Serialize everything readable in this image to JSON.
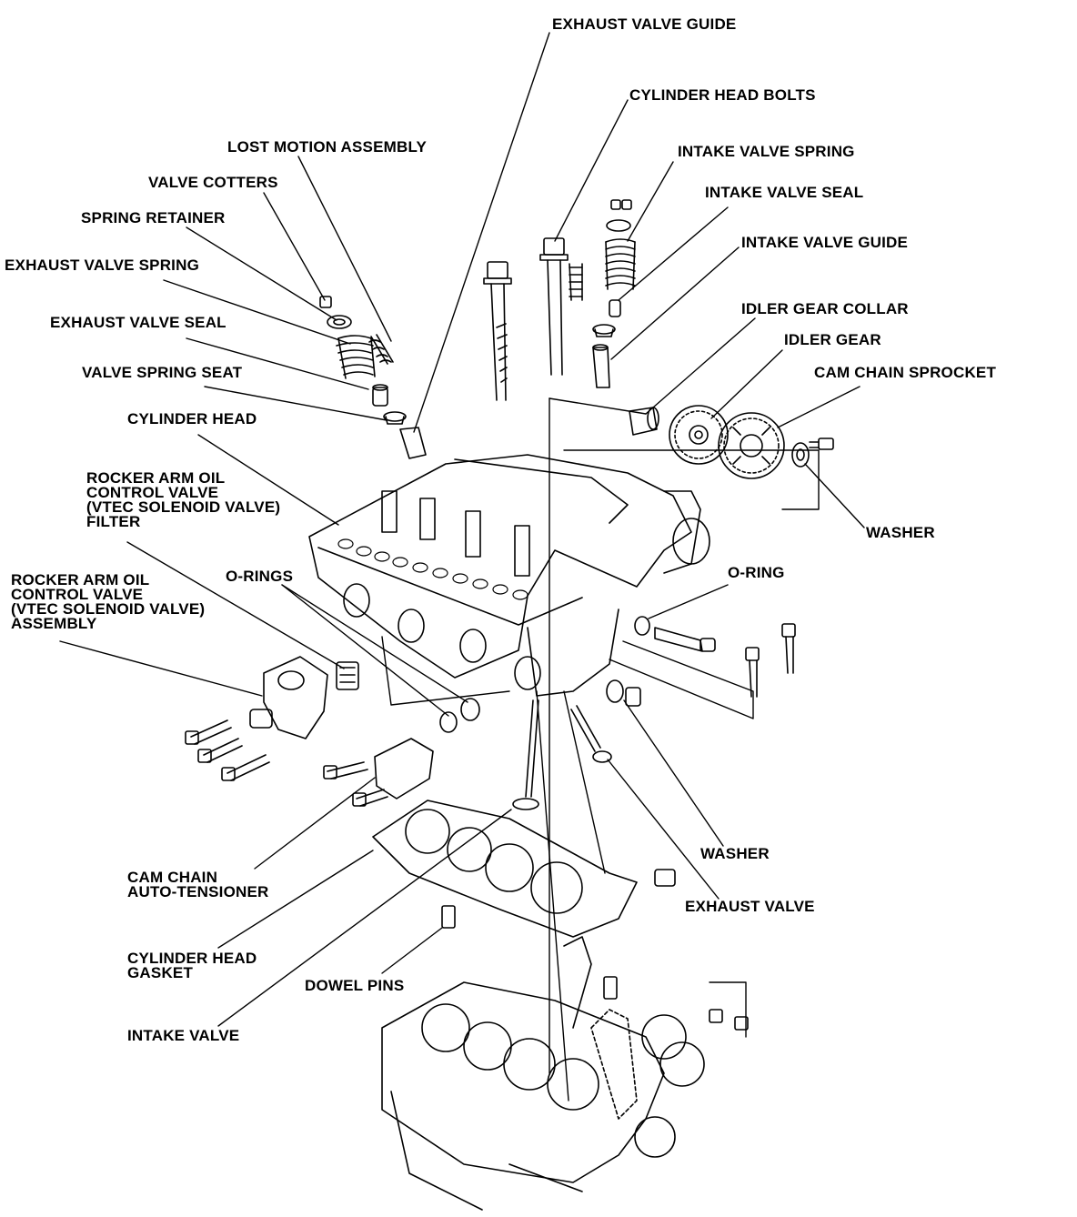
{
  "labels": {
    "exhaust_valve_guide": "EXHAUST VALVE GUIDE",
    "cylinder_head_bolts": "CYLINDER HEAD BOLTS",
    "lost_motion_assembly": "LOST MOTION ASSEMBLY",
    "intake_valve_spring": "INTAKE VALVE SPRING",
    "valve_cotters": "VALVE COTTERS",
    "intake_valve_seal": "INTAKE VALVE SEAL",
    "spring_retainer": "SPRING RETAINER",
    "intake_valve_guide": "INTAKE VALVE GUIDE",
    "exhaust_valve_spring": "EXHAUST VALVE SPRING",
    "idler_gear_collar": "IDLER GEAR COLLAR",
    "exhaust_valve_seal": "EXHAUST VALVE SEAL",
    "idler_gear": "IDLER GEAR",
    "valve_spring_seat": "VALVE SPRING SEAT",
    "cam_chain_sprocket": "CAM CHAIN SPROCKET",
    "cylinder_head": "CYLINDER HEAD",
    "filter": [
      "ROCKER ARM OIL",
      "CONTROL VALVE",
      "(VTEC SOLENOID VALVE)",
      "FILTER"
    ],
    "washer_top": "WASHER",
    "o_rings": "O-RINGS",
    "o_ring": "O-RING",
    "solenoid_assembly": [
      "ROCKER ARM OIL",
      "CONTROL VALVE",
      "(VTEC SOLENOID VALVE)",
      "ASSEMBLY"
    ],
    "washer_bottom": "WASHER",
    "cam_chain_auto_tensioner": [
      "CAM CHAIN",
      "AUTO-TENSIONER"
    ],
    "exhaust_valve": "EXHAUST VALVE",
    "cylinder_head_gasket": [
      "CYLINDER HEAD",
      "GASKET"
    ],
    "dowel_pins": "DOWEL PINS",
    "intake_valve": "INTAKE VALVE"
  },
  "colors": {
    "ink": "#000000",
    "paper": "#ffffff"
  }
}
